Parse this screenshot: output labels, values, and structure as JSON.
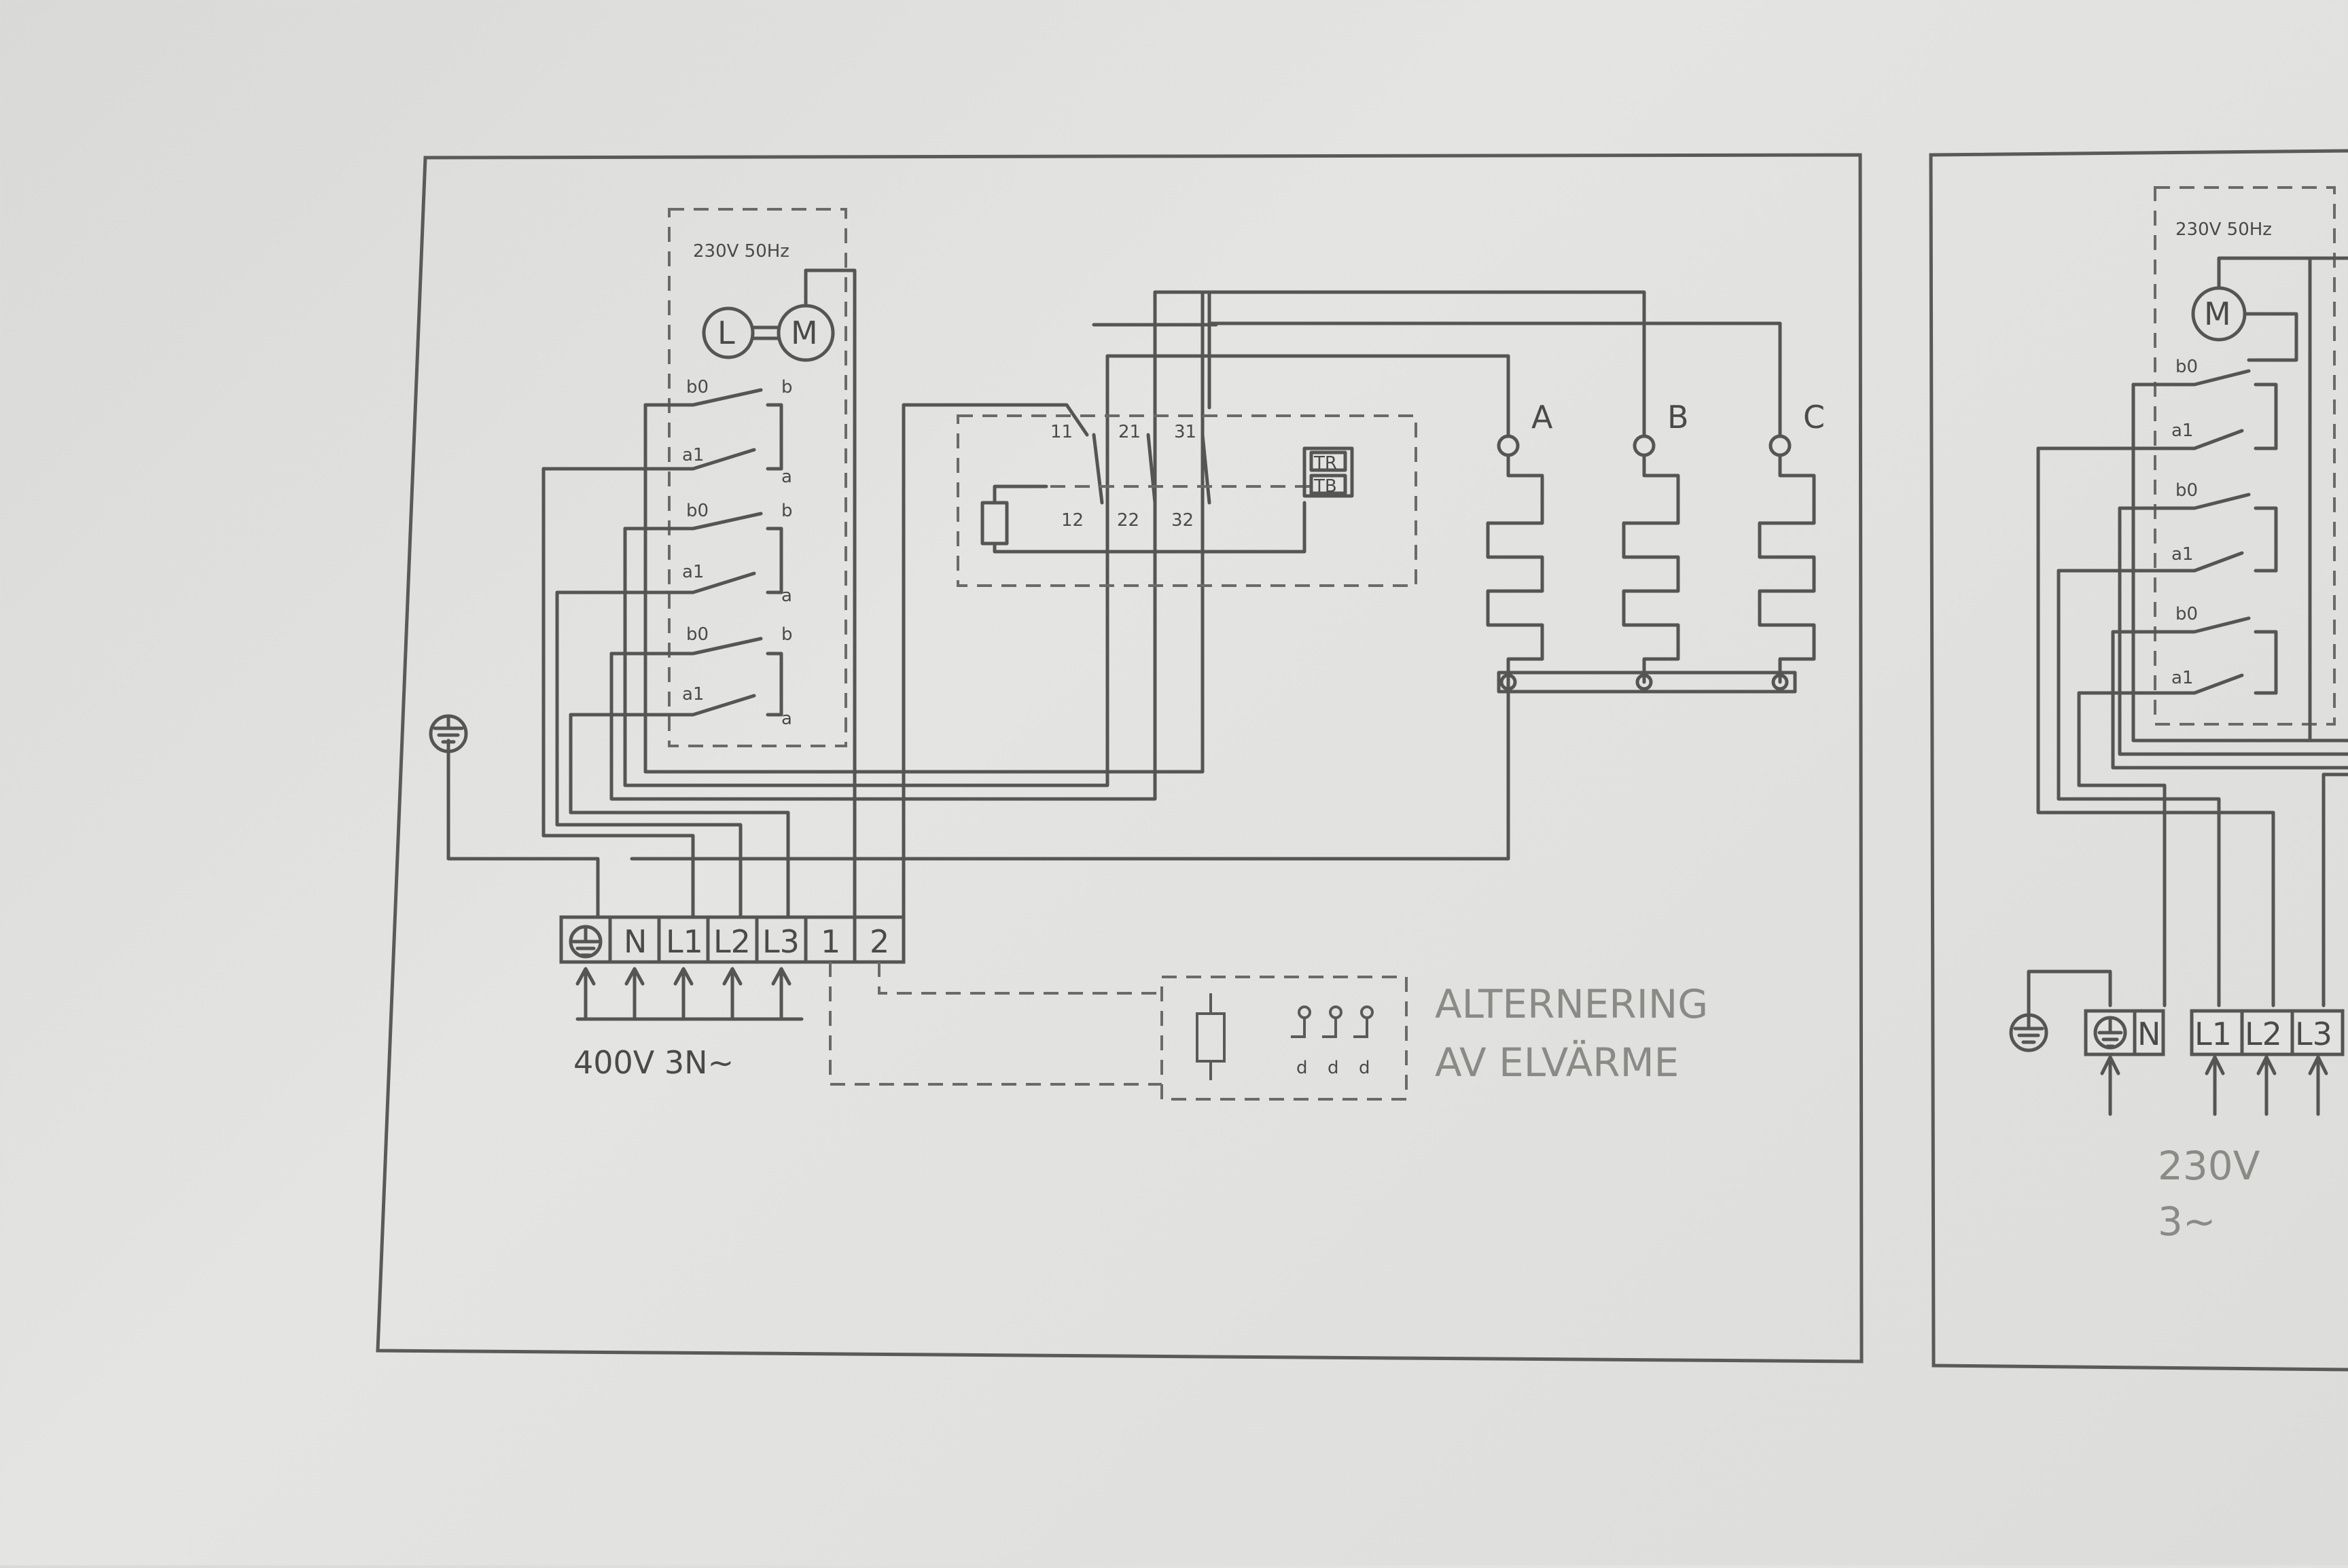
{
  "left_diagram": {
    "motor_supply_label": "230V 50Hz",
    "lamp_symbol": "L",
    "motor_symbol": "M",
    "switch_labels": [
      "b0",
      "b",
      "a1",
      "a",
      "b0",
      "b",
      "a1",
      "a",
      "b0",
      "b",
      "a1",
      "a"
    ],
    "relay_contact_labels": [
      "11",
      "21",
      "31",
      "12",
      "22",
      "32"
    ],
    "relay_coil_labels": [
      "TR",
      "TB"
    ],
    "heater_labels": [
      "A",
      "B",
      "C"
    ],
    "terminal_labels": [
      "N",
      "L1",
      "L2",
      "L3",
      "1",
      "2"
    ],
    "supply_label": "400V  3N~",
    "alternation_contact_labels": [
      "d",
      "d",
      "d"
    ],
    "alternation_label_line1": "ALTERNERING",
    "alternation_label_line2": "AV ELVÄRME"
  },
  "right_diagram": {
    "motor_supply_label": "230V 50Hz",
    "motor_symbol": "M",
    "switch_labels": [
      "b0",
      "a1",
      "b0",
      "a1",
      "b0",
      "a1"
    ],
    "terminal_labels": [
      "N",
      "L1",
      "L2",
      "L3"
    ],
    "supply_label_line1": "230V",
    "supply_label_line2": "3~"
  },
  "colors": {
    "paper": "#dfdfdd",
    "ink": "#555553",
    "light_ink": "#8a8a86"
  }
}
